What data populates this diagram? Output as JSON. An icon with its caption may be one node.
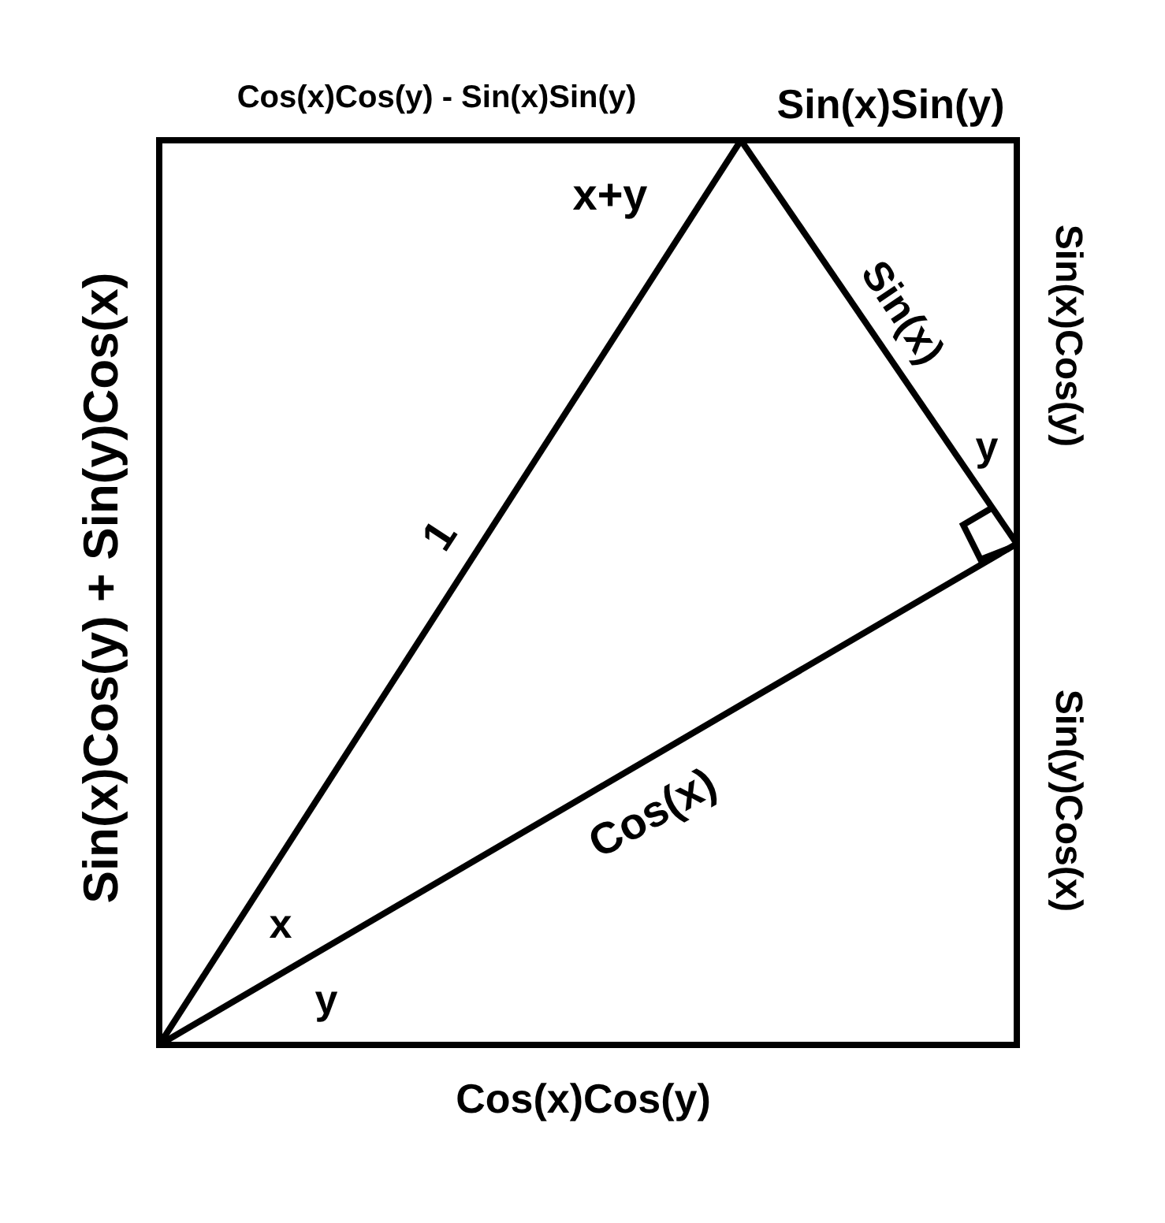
{
  "diagram": {
    "labels": [
      "Cos(x)Cos(y) - Sin(x)Sin(y)",
      "Sin(x)Sin(y)",
      "x+y",
      "Sin(x)",
      "Sin(x)Cos(y)",
      "y",
      "1",
      "Sin(x)Cos(y) + Sin(y)Cos(x)",
      "Sin(y)Cos(x)",
      "Cos(x)",
      "x",
      "y",
      "Cos(x)Cos(y)"
    ]
  }
}
